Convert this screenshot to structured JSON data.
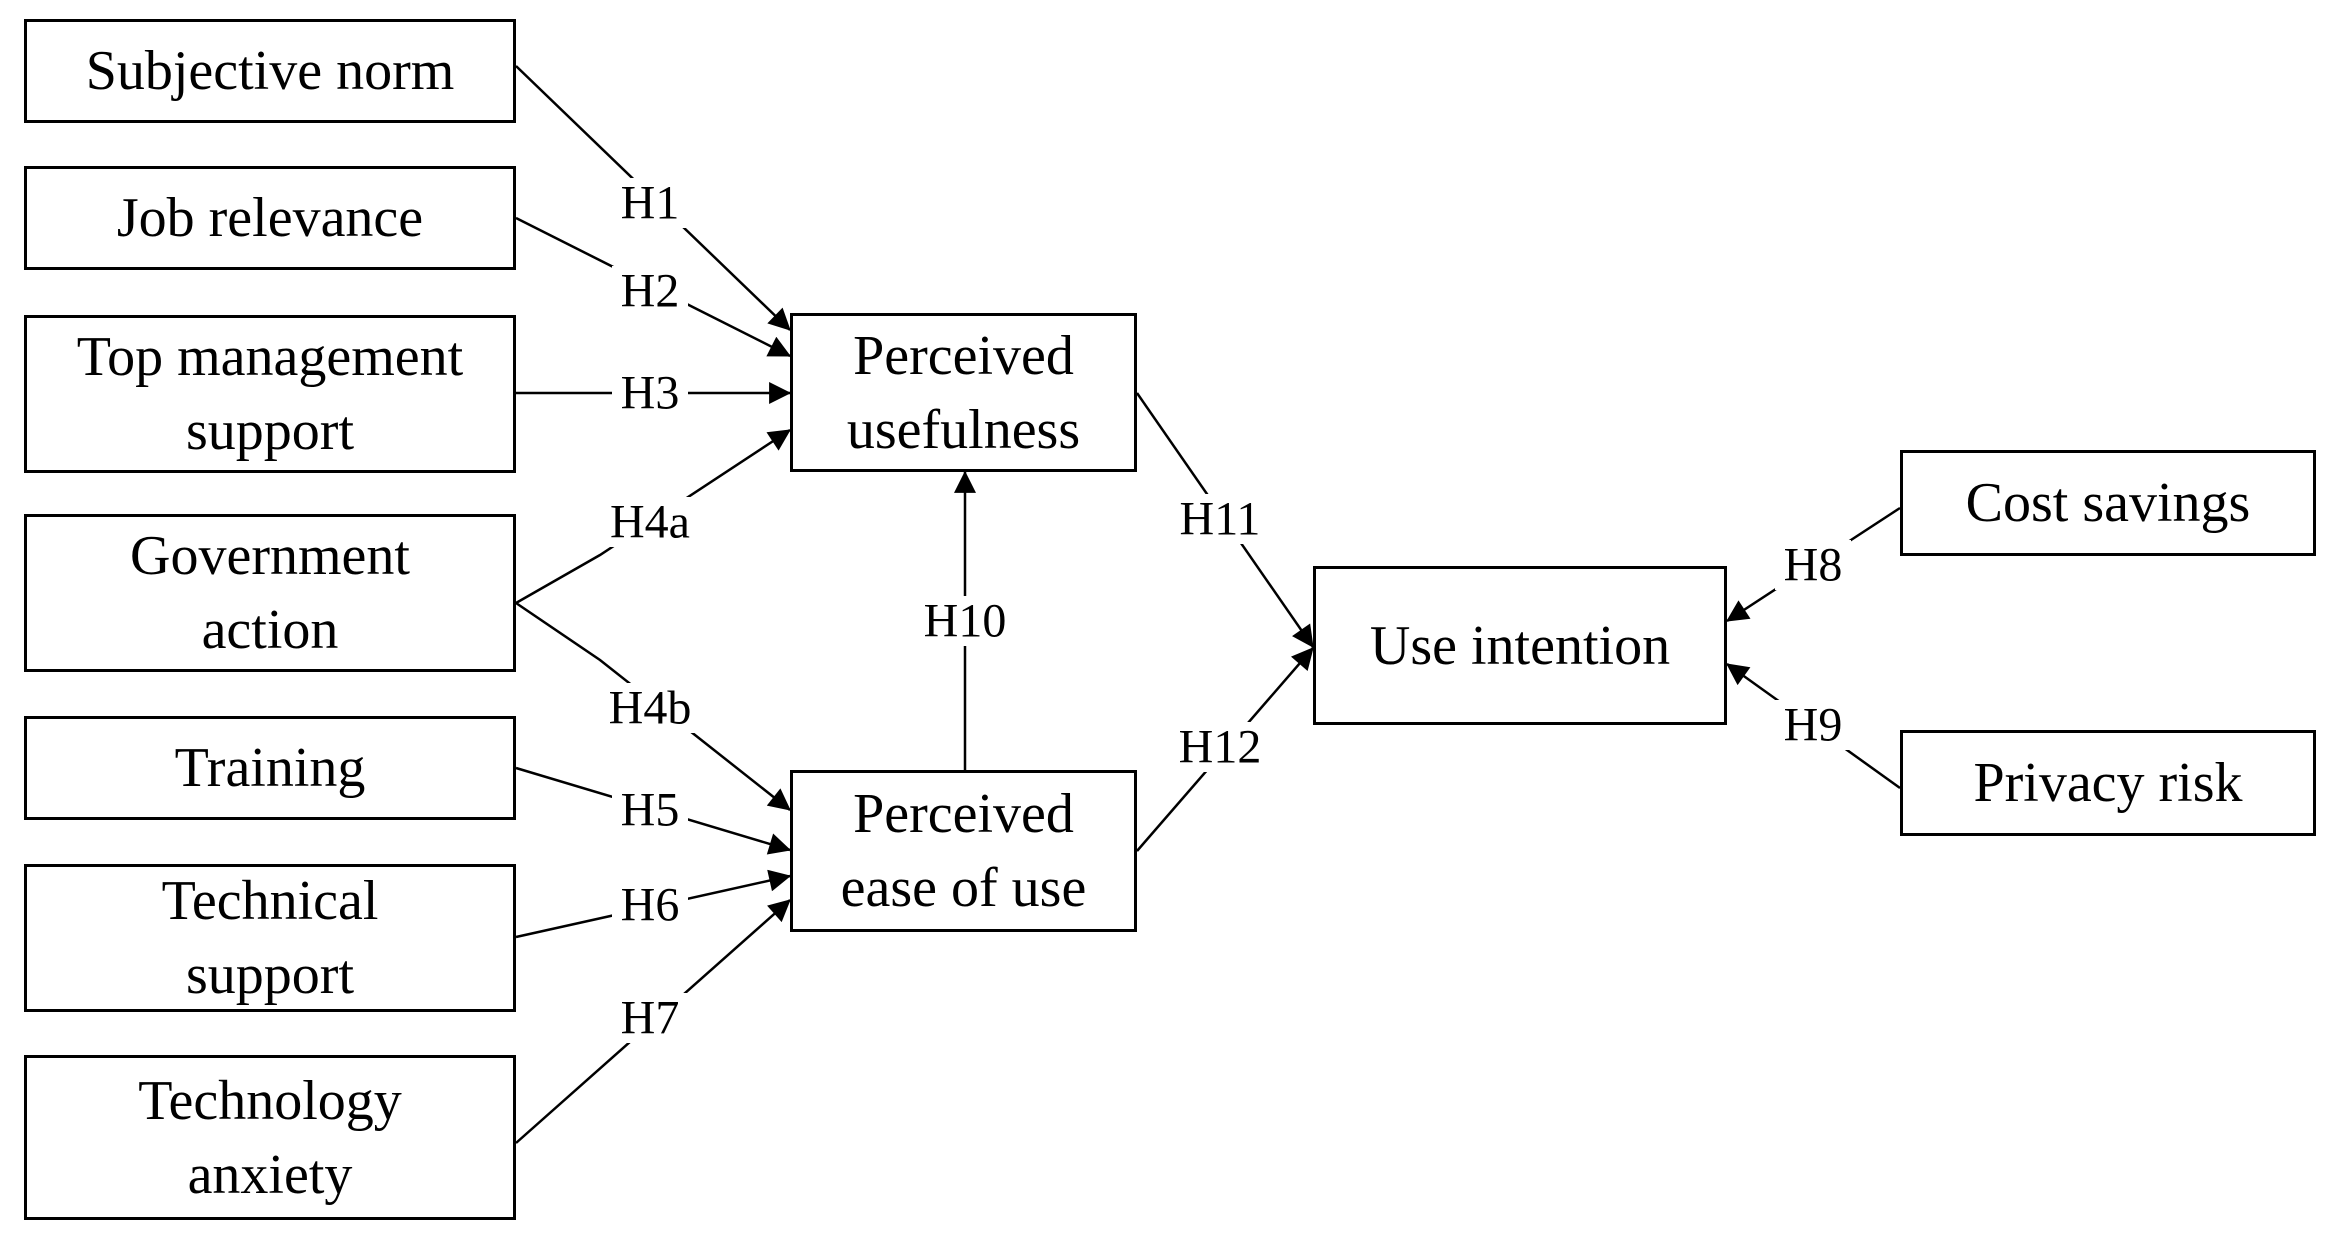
{
  "nodes": {
    "subjective_norm": "Subjective norm",
    "job_relevance": "Job relevance",
    "top_management_support": "Top management\nsupport",
    "government_action": "Government\naction",
    "training": "Training",
    "technical_support": "Technical\nsupport",
    "technology_anxiety": "Technology\nanxiety",
    "perceived_usefulness": "Perceived\nusefulness",
    "perceived_ease_of_use": "Perceived\nease of use",
    "use_intention": "Use intention",
    "cost_savings": "Cost savings",
    "privacy_risk": "Privacy risk"
  },
  "hypotheses": {
    "h1": "H1",
    "h2": "H2",
    "h3": "H3",
    "h4a": "H4a",
    "h4b": "H4b",
    "h5": "H5",
    "h6": "H6",
    "h7": "H7",
    "h8": "H8",
    "h9": "H9",
    "h10": "H10",
    "h11": "H11",
    "h12": "H12"
  }
}
